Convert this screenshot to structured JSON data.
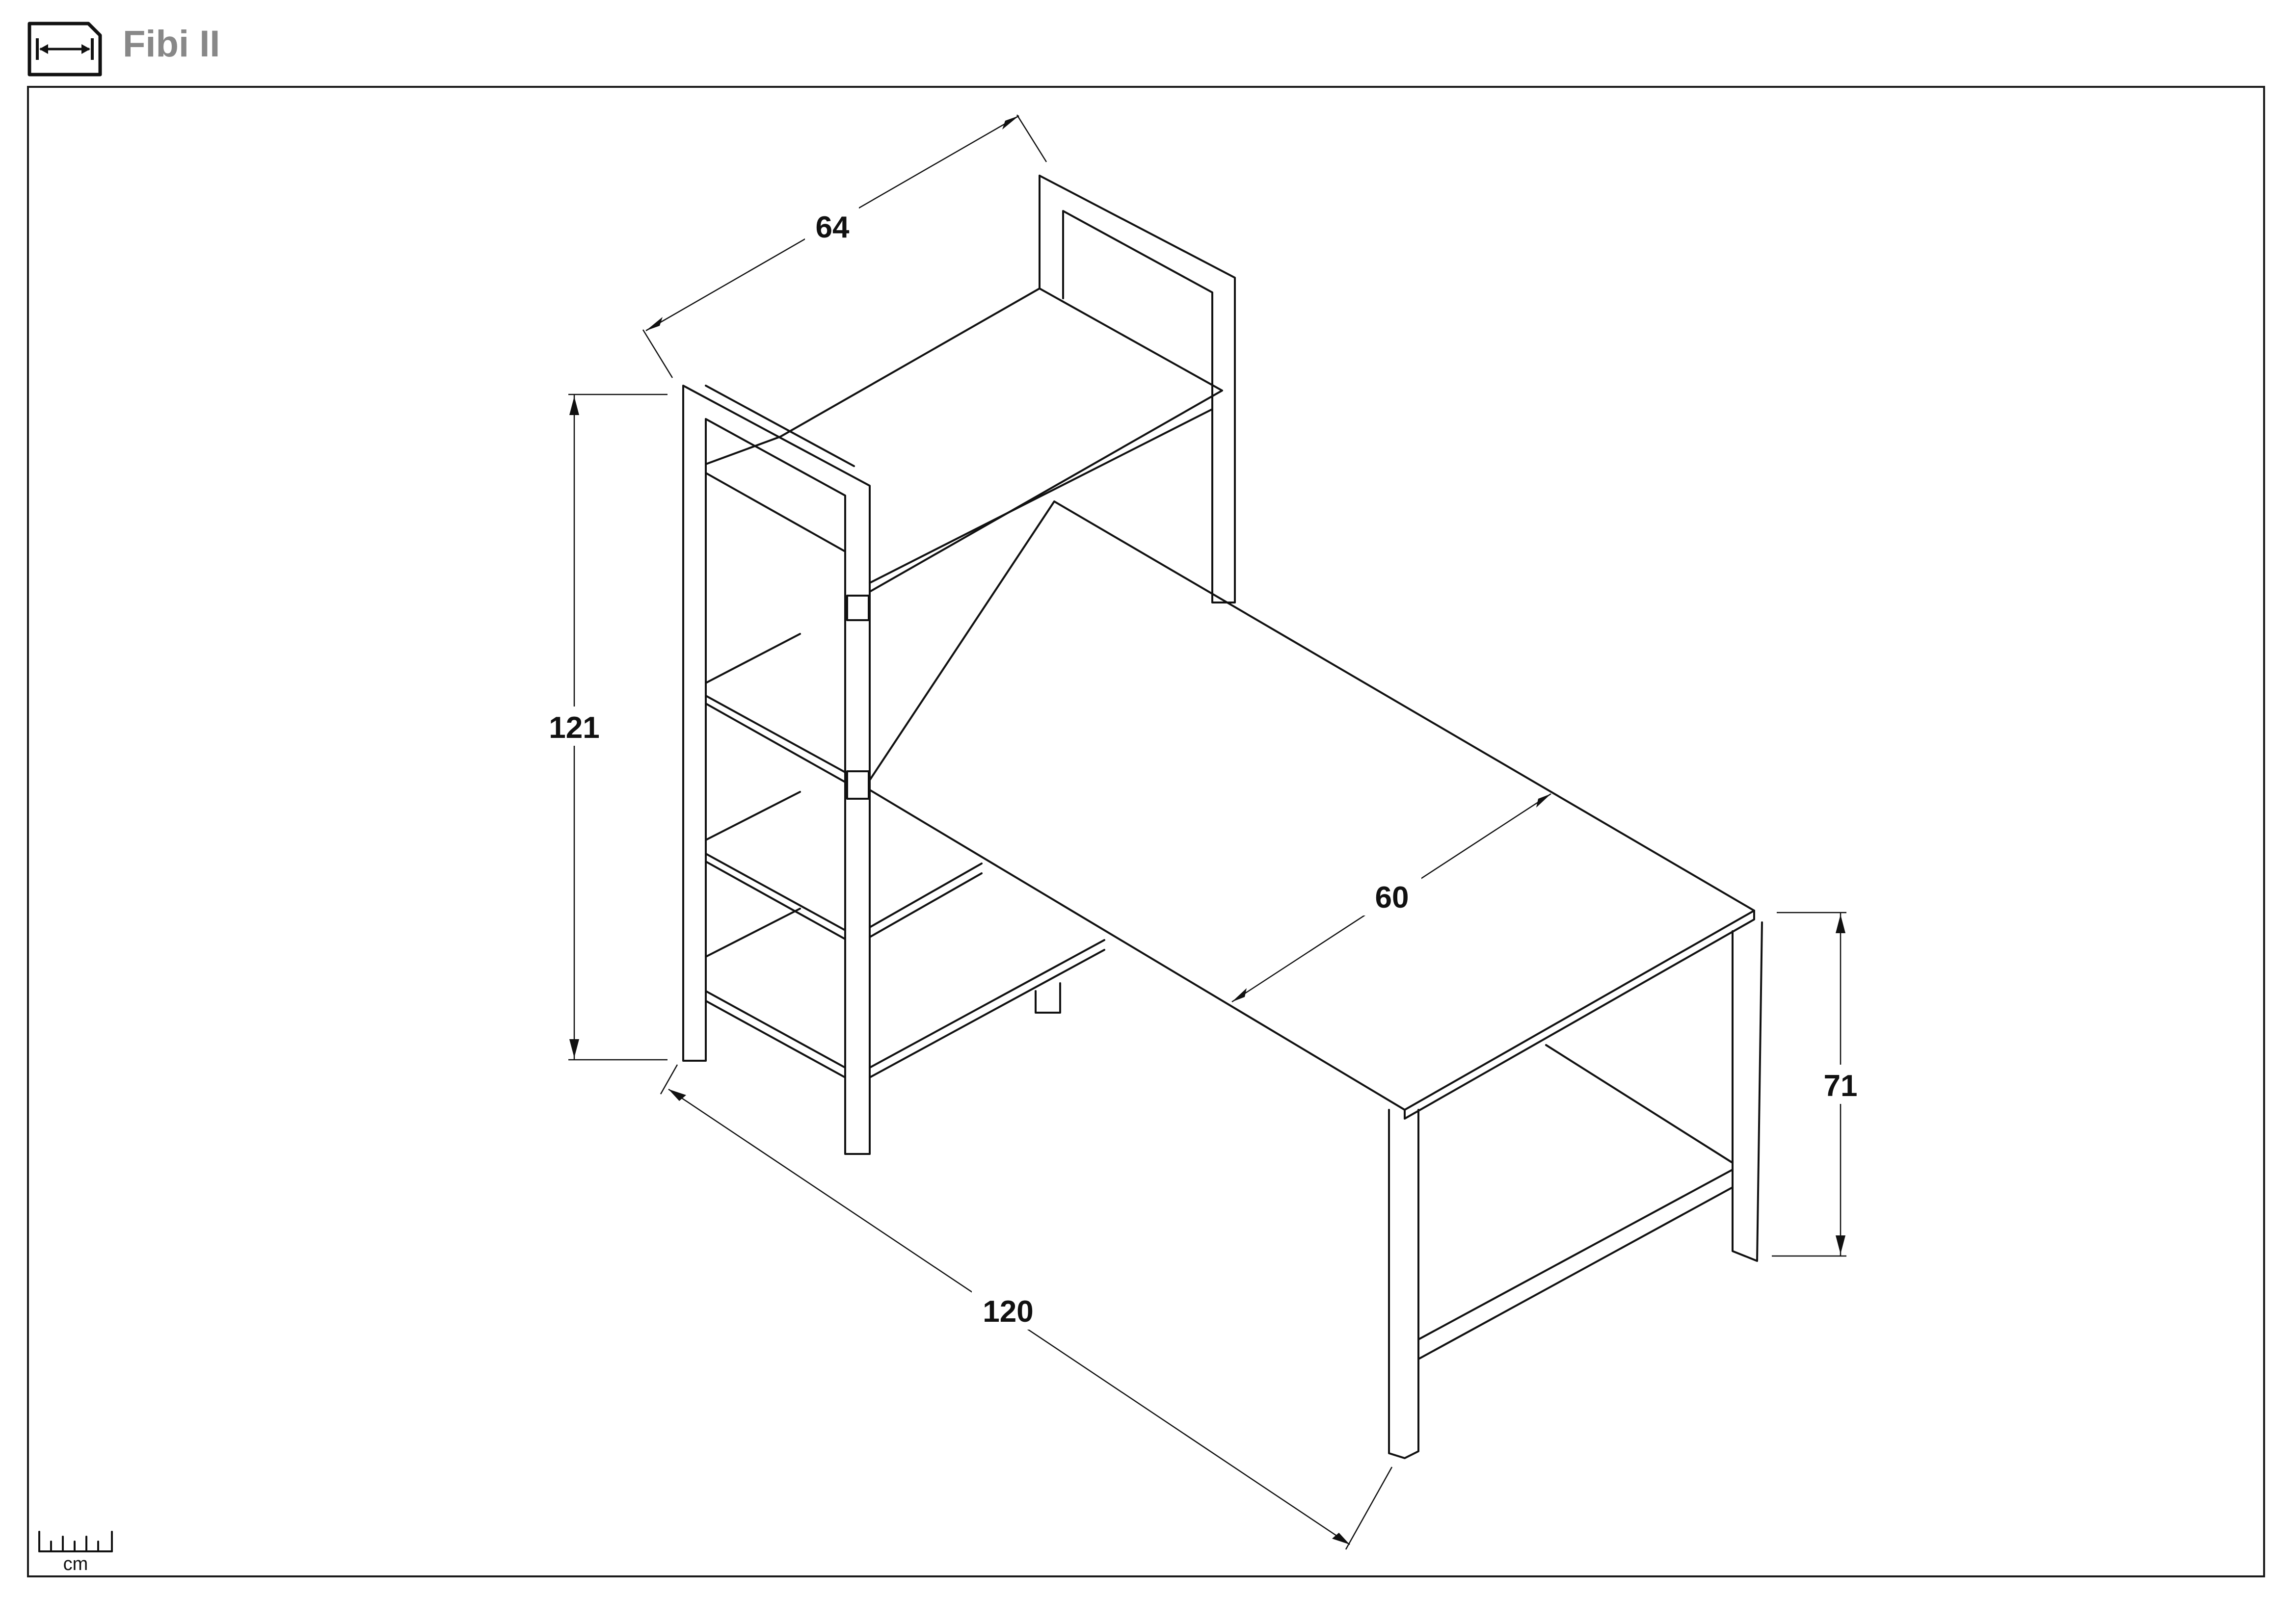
{
  "header": {
    "title": "Fibi II",
    "icon": "dimensions-icon"
  },
  "dimensions": {
    "depth_shelf": "64",
    "height_shelf": "121",
    "width_total": "120",
    "depth_desk": "60",
    "height_desk": "71"
  },
  "scale": {
    "unit": "cm",
    "icon": "ruler-icon"
  }
}
